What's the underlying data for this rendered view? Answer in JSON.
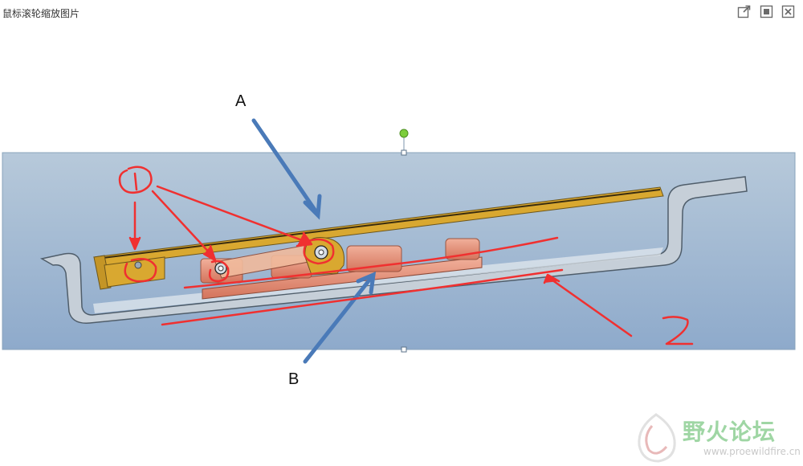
{
  "window": {
    "title": "鼠标滚轮缩放图片",
    "controls": [
      {
        "name": "popout-button",
        "icon": "popout-icon"
      },
      {
        "name": "maximize-button",
        "icon": "maximize-icon"
      },
      {
        "name": "close-button",
        "icon": "close-icon"
      }
    ]
  },
  "image": {
    "annotations": {
      "label_a": "A",
      "label_b": "B",
      "handwritten_1": "1",
      "handwritten_2": "2"
    },
    "colors": {
      "background_top": "#b7c9da",
      "background_bottom": "#8eaacb",
      "tray": "#c3ccd4",
      "gold": "#d9a830",
      "copper": "#e0866c",
      "blue_arrow": "#4a7ab8",
      "red_ink": "#f03030",
      "handle_green": "#7ccd3c"
    }
  },
  "watermark": {
    "text": "野火论坛",
    "url": "www.proewildfire.cn"
  }
}
